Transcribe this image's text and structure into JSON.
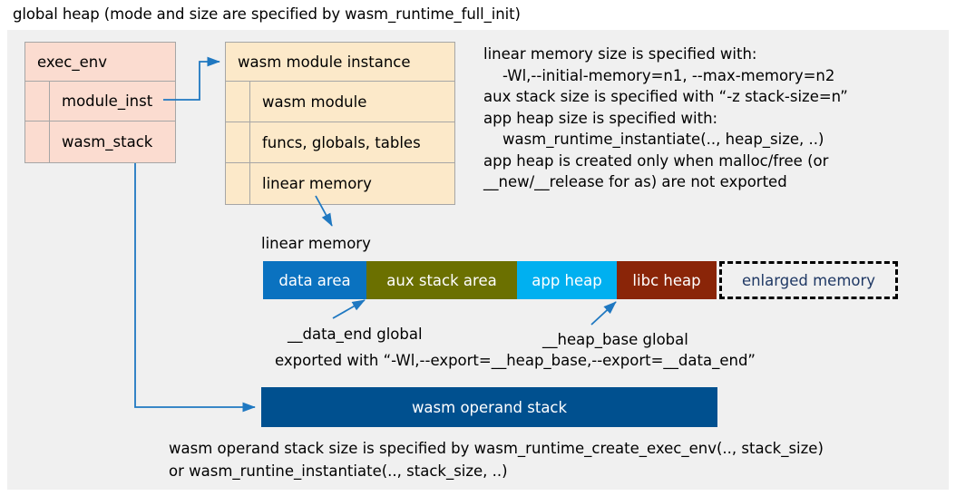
{
  "title": "global heap (mode and size are specified by wasm_runtime_full_init)",
  "colors": {
    "panel_bg": "#f0f0f0",
    "exec_env_fill": "#fbdcd0",
    "module_inst_fill": "#fce9c9",
    "box_border": "#a6a6a6",
    "connector": "#1f78c1",
    "data_area": "#0a72c0",
    "aux_stack_area": "#6b7000",
    "app_heap": "#00b0f0",
    "libc_heap": "#8a2508",
    "enlarged_memory_text": "#1f3864",
    "operand_stack": "#00508f"
  },
  "exec_env": {
    "header": "exec_env",
    "fields": [
      {
        "label": "module_inst"
      },
      {
        "label": "wasm_stack"
      }
    ]
  },
  "module_instance": {
    "header": "wasm module instance",
    "fields": [
      {
        "label": "wasm module"
      },
      {
        "label": "funcs, globals, tables"
      },
      {
        "label": "linear memory"
      }
    ]
  },
  "notes": {
    "right_block": "linear memory size is specified with:\n    -Wl,--initial-memory=n1, --max-memory=n2\naux stack size is specified with “-z stack-size=n”\napp heap size is specified with:\n    wasm_runtime_instantiate(.., heap_size, ..)\napp heap is created only when malloc/free (or\n__new/__release for as) are not exported",
    "bottom_block": "wasm operand stack size is specified by wasm_runtime_create_exec_env(.., stack_size)\nor wasm_runtine_instantiate(.., stack_size, ..)"
  },
  "linear_memory": {
    "label": "linear memory",
    "segments": [
      {
        "label": "data area",
        "color": "#0a72c0",
        "width": 114
      },
      {
        "label": "aux stack area",
        "color": "#6b7000",
        "width": 166
      },
      {
        "label": "app heap",
        "color": "#00b0f0",
        "width": 110
      },
      {
        "label": "libc heap",
        "color": "#8a2508",
        "width": 110
      },
      {
        "label": "enlarged memory",
        "color": "#f0f0f0",
        "width": 197,
        "dashed": true
      }
    ]
  },
  "annotations": {
    "data_end": "__data_end global",
    "heap_base": "__heap_base global",
    "exported_with": "exported with “-Wl,--export=__heap_base,--export=__data_end”"
  },
  "operand_stack": {
    "label": "wasm operand stack"
  }
}
